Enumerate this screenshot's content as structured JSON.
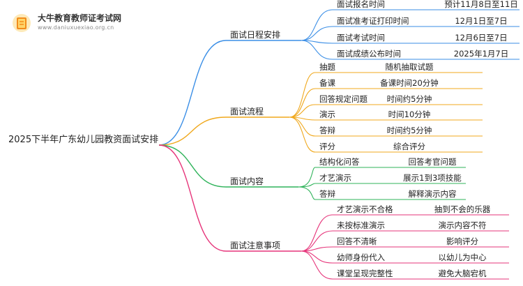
{
  "brand": {
    "name": "大牛教育教师证考试网",
    "url": "www.daniuxuexiao.org.cn"
  },
  "root": {
    "label": "2025下半年广东幼儿园教资面试安排"
  },
  "branches": [
    {
      "label": "面试日程安排",
      "color": "#3a8ee6",
      "items": [
        {
          "label": "面试报名时间",
          "value": "预计11月8日至11日"
        },
        {
          "label": "面试准考证打印时间",
          "value": "12月1日至7日"
        },
        {
          "label": "面试考试时间",
          "value": "12月6日至7日"
        },
        {
          "label": "面试成绩公布时间",
          "value": "2025年1月7日"
        }
      ]
    },
    {
      "label": "面试流程",
      "color": "#f0a81c",
      "items": [
        {
          "label": "抽题",
          "value": "随机抽取试题"
        },
        {
          "label": "备课",
          "value": "备课时间20分钟"
        },
        {
          "label": "回答规定问题",
          "value": "时间约5分钟"
        },
        {
          "label": "演示",
          "value": "时间10分钟"
        },
        {
          "label": "答辩",
          "value": "时间约5分钟"
        },
        {
          "label": "评分",
          "value": "综合评分"
        }
      ]
    },
    {
      "label": "面试内容",
      "color": "#2fb35a",
      "items": [
        {
          "label": "结构化问答",
          "value": "回答考官问题"
        },
        {
          "label": "才艺演示",
          "value": "展示1到3项技能"
        },
        {
          "label": "答辩",
          "value": "解释演示内容"
        }
      ]
    },
    {
      "label": "面试注意事项",
      "color": "#e6347a",
      "items": [
        {
          "label": "才艺演示不合格",
          "value": "抽到不会的乐器"
        },
        {
          "label": "未按标准演示",
          "value": "演示内容不符"
        },
        {
          "label": "回答不清晰",
          "value": "影响评分"
        },
        {
          "label": "幼师身份代入",
          "value": "以幼儿为中心"
        },
        {
          "label": "课堂呈现完整性",
          "value": "避免大脑宕机"
        }
      ]
    }
  ]
}
